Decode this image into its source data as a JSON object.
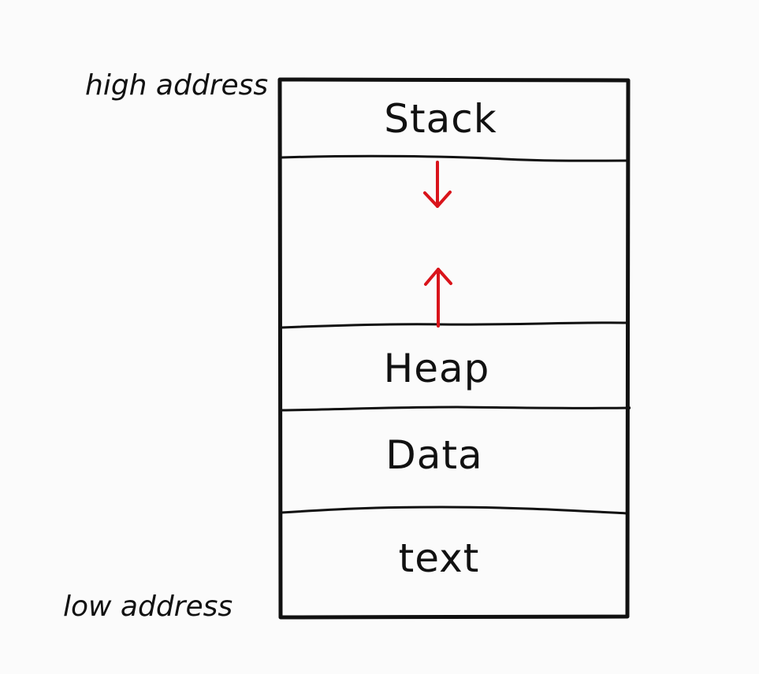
{
  "diagram": {
    "high_address_label": "high address",
    "low_address_label": "low address",
    "segments": {
      "stack": "Stack",
      "heap": "Heap",
      "data": "Data",
      "text": "text"
    },
    "colors": {
      "ink": "#111111",
      "arrow": "#d9141b",
      "background": "#fbfbfb"
    }
  }
}
